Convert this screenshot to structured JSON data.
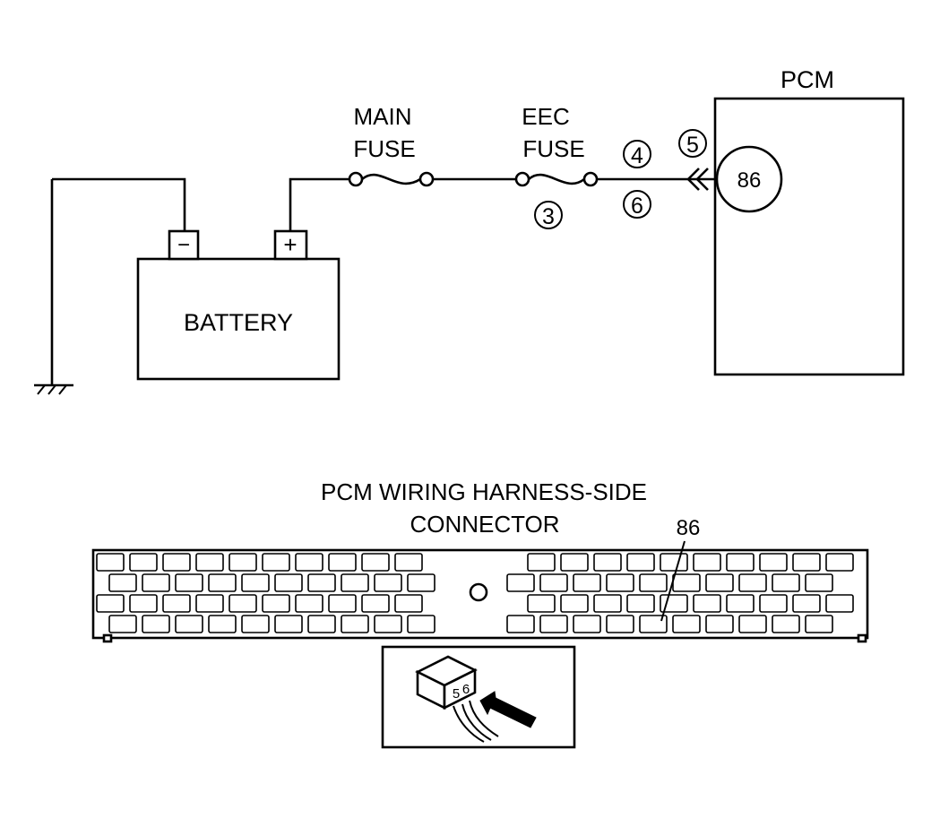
{
  "schematic": {
    "pcm_label": "PCM",
    "battery_label": "BATTERY",
    "neg_terminal": "−",
    "pos_terminal": "+",
    "main_fuse_line1": "MAIN",
    "main_fuse_line2": "FUSE",
    "eec_fuse_line1": "EEC",
    "eec_fuse_line2": "FUSE",
    "pin_label": "86",
    "step_3": "3",
    "step_4": "4",
    "step_5": "5",
    "step_6": "6"
  },
  "connector": {
    "title_line1": "PCM WIRING HARNESS-SIDE",
    "title_line2": "CONNECTOR",
    "pin_callout": "86"
  },
  "inset": {
    "terminal_a": "5",
    "terminal_b": "6"
  },
  "colors": {
    "ink": "#000000",
    "background": "#ffffff"
  }
}
